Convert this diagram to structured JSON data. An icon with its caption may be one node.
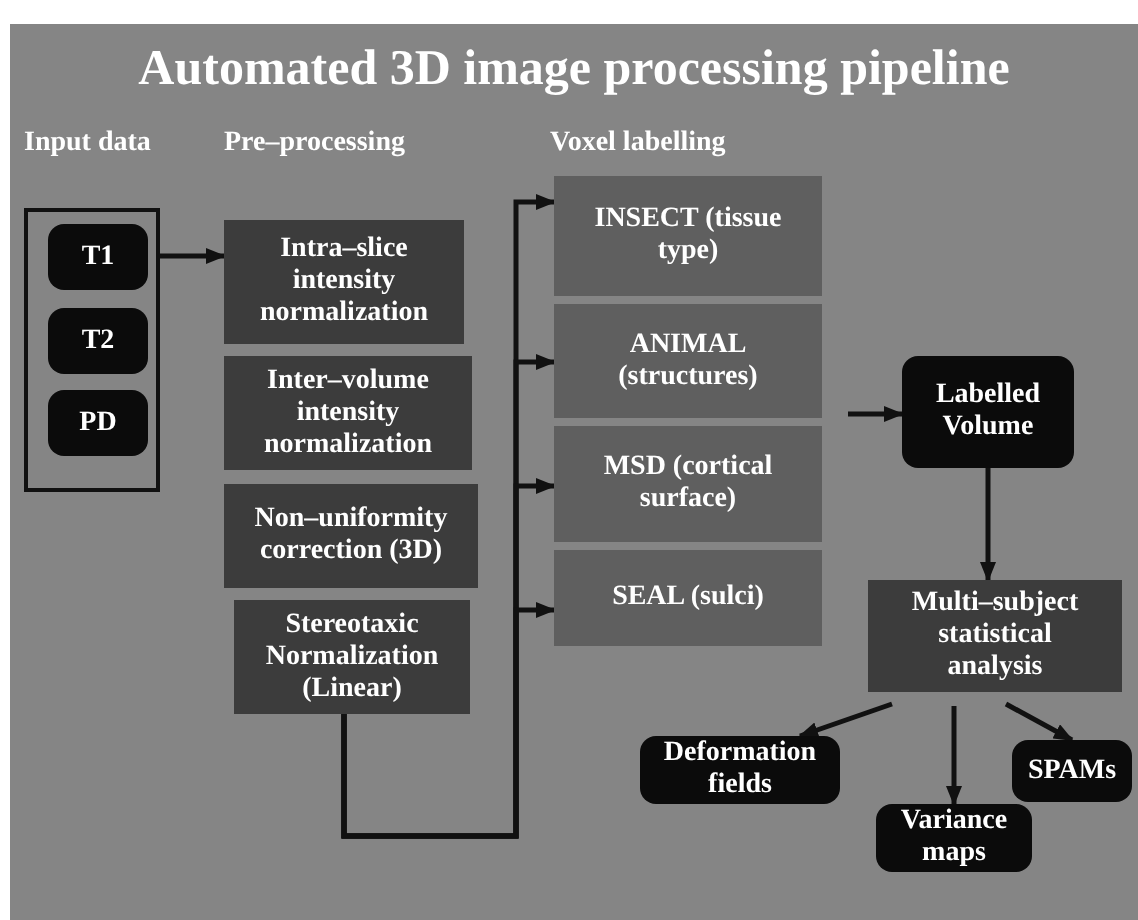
{
  "diagram": {
    "title": "Automated 3D image processing pipeline",
    "nodes": [
      {
        "text": [],
        "shape": "box"
      },
      {
        "text": [
          "T1"
        ],
        "in": 0
      },
      {
        "text": [
          "T2"
        ],
        "in": 0
      },
      {
        "text": [
          "PD"
        ],
        "in": 0
      },
      {
        "text": [
          "Intra–slice intensity normalization"
        ]
      },
      {
        "text": [
          "Inter–volume intensity normalization"
        ]
      },
      {
        "text": [
          "Non–uniformity correction (3D)"
        ]
      },
      {
        "text": [
          "Stereotaxic Normalization (Linear)"
        ]
      },
      {
        "text": [
          "INSECT (tissue type)"
        ]
      },
      {
        "text": [
          "ANIMAL (structures)"
        ]
      },
      {
        "text": [
          "MSD (cortical surface)"
        ]
      },
      {
        "text": [
          "SEAL (sulci)"
        ]
      },
      {
        "text": [
          "Labelled Volume"
        ]
      },
      {
        "text": [
          "Multi–subject statistical analysis"
        ]
      },
      {
        "text": [
          "Deformation fields"
        ]
      },
      {
        "text": [
          "Variance maps"
        ]
      },
      {
        "text": [
          "SPAMs"
        ]
      }
    ],
    "edges": [
      {
        "from": 0,
        "to": 4,
        "arrow": "to"
      },
      {
        "from": 7,
        "to": 8,
        "arrow": "to"
      },
      {
        "from": 7,
        "to": 9,
        "arrow": "to"
      },
      {
        "from": 7,
        "to": 10,
        "arrow": "to"
      },
      {
        "from": 7,
        "to": 11,
        "arrow": "to"
      },
      {
        "from": null,
        "to": 12,
        "arrow": "to"
      },
      {
        "from": 12,
        "to": 13,
        "arrow": "to"
      },
      {
        "from": 13,
        "to": 14,
        "arrow": "to"
      },
      {
        "from": 13,
        "to": 15,
        "arrow": "to"
      },
      {
        "from": 13,
        "to": 16,
        "arrow": "to"
      }
    ],
    "labels": [
      "Input data",
      "Pre–processing",
      "Voxel labelling"
    ]
  }
}
